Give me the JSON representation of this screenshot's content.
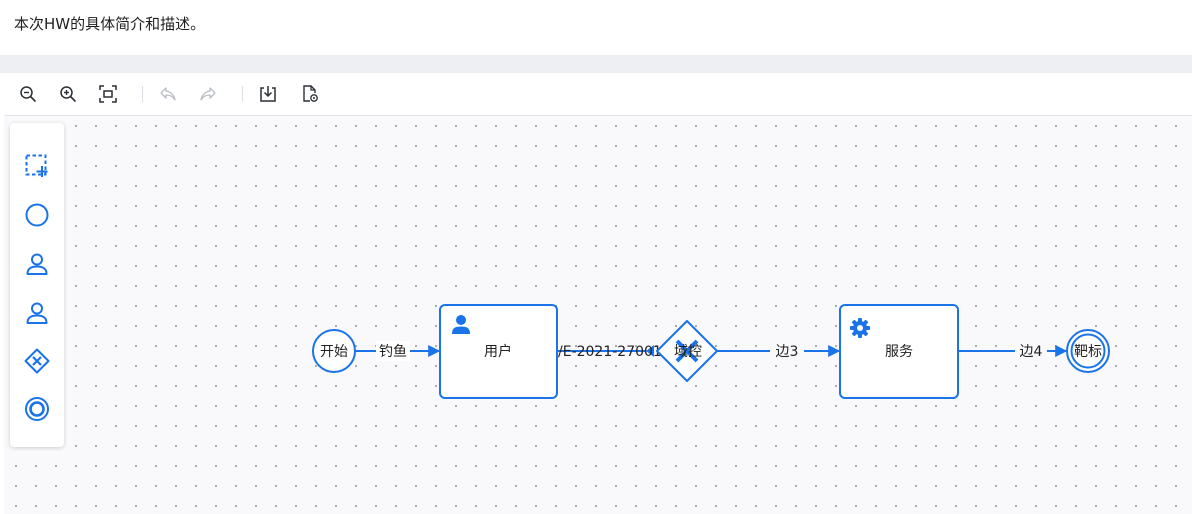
{
  "description": "本次HW的具体简介和描述。",
  "toolbar": {
    "items": [
      {
        "name": "zoom-out"
      },
      {
        "name": "zoom-in"
      },
      {
        "name": "fit-view"
      },
      {
        "name": "undo",
        "disabled": true
      },
      {
        "name": "redo",
        "disabled": true
      },
      {
        "name": "download"
      },
      {
        "name": "preview"
      }
    ]
  },
  "palette": {
    "items": [
      "selection-add",
      "start-event",
      "user-task",
      "user-task-2",
      "exclusive-gateway",
      "end-event"
    ]
  },
  "colors": {
    "accent": "#1a73e8",
    "disabled": "#b8bcc4",
    "icon": "#2b2f36"
  },
  "diagram": {
    "nodes": {
      "start": {
        "label": "开始"
      },
      "user_task": {
        "label": "用户"
      },
      "gateway": {
        "label": "域控"
      },
      "service_task": {
        "label": "服务"
      },
      "end": {
        "label": "靶标"
      }
    },
    "edges": {
      "e1": {
        "label": "钓鱼"
      },
      "e2": {
        "label": "/E-2021-27001"
      },
      "e3": {
        "label": "边3"
      },
      "e4": {
        "label": "边4"
      }
    }
  }
}
